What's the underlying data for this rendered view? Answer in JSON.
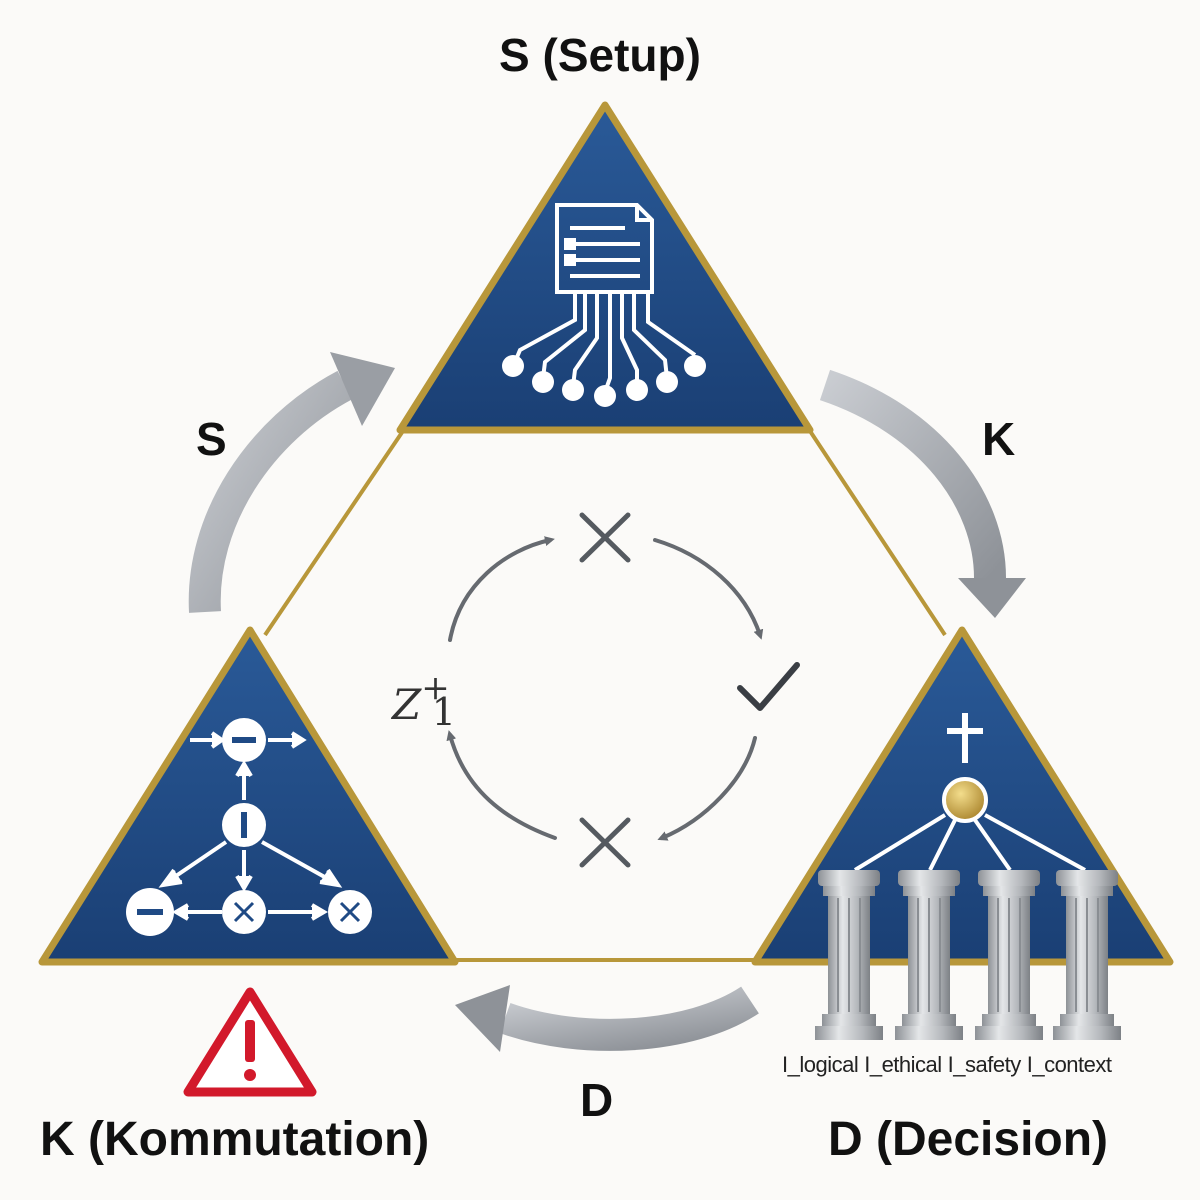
{
  "nodes": {
    "setup": {
      "title": "S (Setup)"
    },
    "kommutation": {
      "title": "K (Kommutation)"
    },
    "decision": {
      "title": "D (Decision)"
    }
  },
  "cycle_arrows": {
    "s_label": "S",
    "k_label": "K",
    "d_label": "D"
  },
  "center_cycle": {
    "z_base": "Z",
    "z_sup": "+",
    "z_sub": "1"
  },
  "pillars": {
    "labels": [
      "I_logical",
      "I_ethical",
      "I_safety",
      "I_context"
    ]
  },
  "colors": {
    "triangle_fill": "#1f4a85",
    "gold_border": "#b8973a",
    "arrow_gray": "#9a9ea4",
    "warning_red": "#d2192b",
    "cycle_gray": "#666a70"
  }
}
